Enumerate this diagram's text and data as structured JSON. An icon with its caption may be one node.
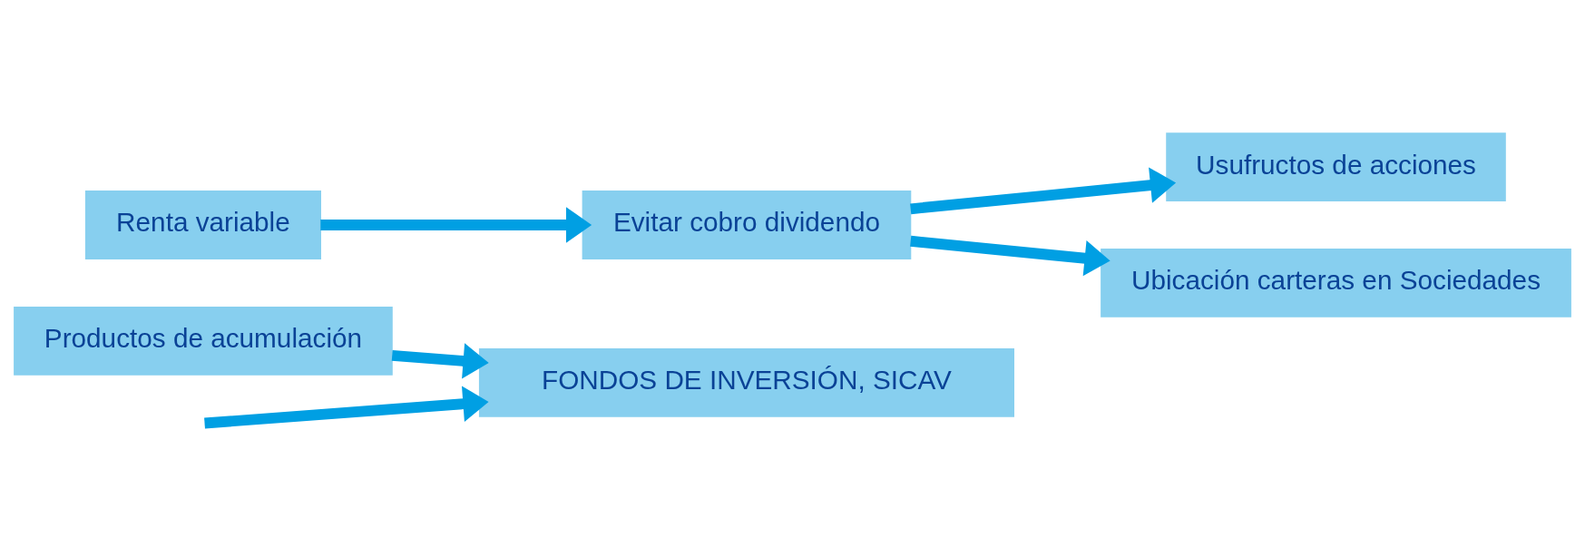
{
  "diagram": {
    "nodes": [
      {
        "text": [
          "Productos de acumulación"
        ]
      },
      {
        "text": [
          "FONDOS DE INVERSIÓN, SICAV"
        ]
      },
      {
        "text": [
          "Renta variable"
        ]
      },
      {
        "text": [
          "Evitar cobro dividendo"
        ]
      },
      {
        "text": [
          "Usufructos de acciones"
        ]
      },
      {
        "text": [
          "Ubicación carteras en Sociedades"
        ]
      }
    ],
    "edges": [
      {
        "from": null,
        "to": 1,
        "arrow": "to"
      },
      {
        "from": 0,
        "to": 1,
        "arrow": "to"
      },
      {
        "from": 2,
        "to": 3,
        "arrow": "to"
      },
      {
        "from": 3,
        "to": 4,
        "arrow": "to"
      },
      {
        "from": 3,
        "to": 5,
        "arrow": "to"
      }
    ]
  }
}
